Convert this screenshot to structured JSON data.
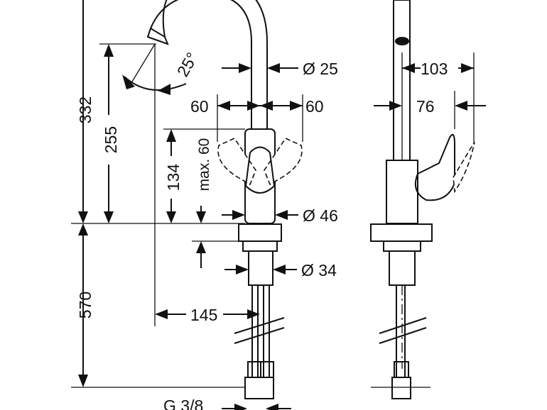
{
  "drawing": {
    "labels": {
      "total_height": "332",
      "spout_height": "255",
      "lever_height": "134",
      "lever_clearance": "max. 60",
      "rotation_angle": "25°",
      "spout_diameter": "Ø 25",
      "swing_left": "60",
      "swing_right": "60",
      "body_diameter": "Ø 46",
      "shank_diameter": "Ø 34",
      "hose_length": "570",
      "spout_reach": "145",
      "connection": "G 3/8",
      "side_reach": "103",
      "lever_reach": "76"
    }
  }
}
